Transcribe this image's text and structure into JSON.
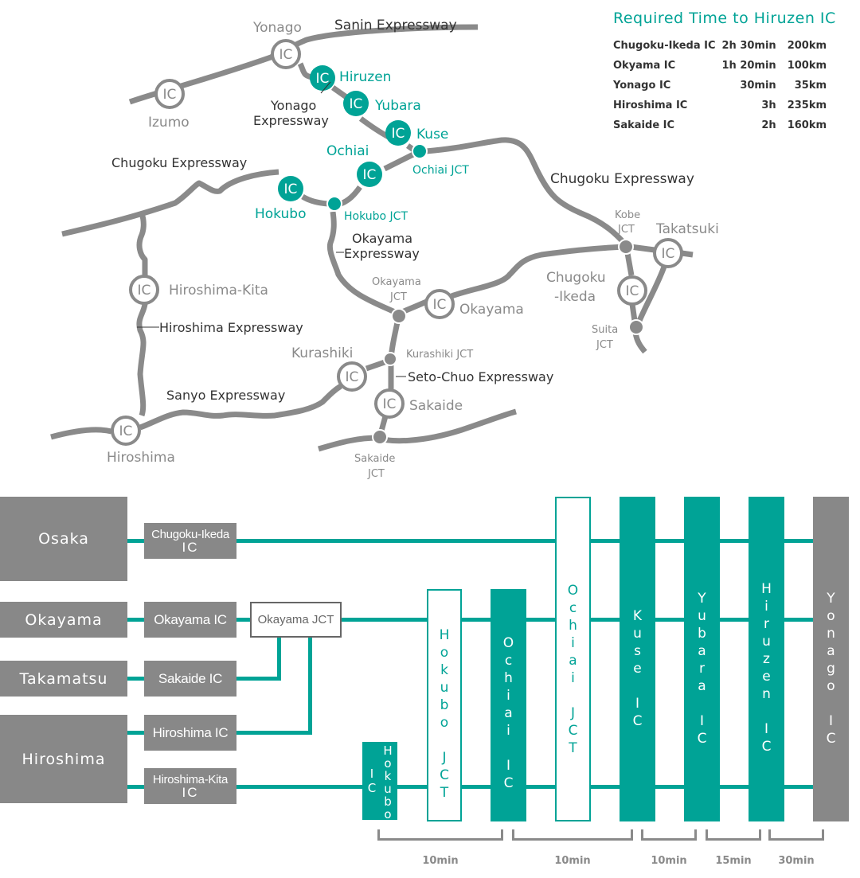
{
  "required_time": {
    "title": "Required Time to Hiruzen IC",
    "rows": [
      {
        "from": "Chugoku-Ikeda IC",
        "time": "2h 30min",
        "distance": "200km"
      },
      {
        "from": "Okyama IC",
        "time": "1h 20min",
        "distance": "100km"
      },
      {
        "from": "Yonago IC",
        "time": "30min",
        "distance": "35km"
      },
      {
        "from": "Hiroshima IC",
        "time": "3h",
        "distance": "235km"
      },
      {
        "from": "Sakaide IC",
        "time": "2h",
        "distance": "160km"
      }
    ]
  },
  "map": {
    "ic_glyph": "IC",
    "expressways": {
      "sanin": "Sanin Expressway",
      "yonago_1": "Yonago",
      "yonago_2": "Expressway",
      "chugoku_west": "Chugoku Expressway",
      "chugoku_east": "Chugoku Expressway",
      "okayama_1": "Okayama",
      "okayama_2": "Expressway",
      "hiroshima": "Hiroshima Expressway",
      "sanyo": "Sanyo Expressway",
      "seto_chuo": "Seto-Chuo Expressway"
    },
    "places": {
      "yonago": "Yonago",
      "izumo": "Izumo",
      "hiruzen": "Hiruzen",
      "yubara": "Yubara",
      "kuse": "Kuse",
      "ochiai": "Ochiai",
      "ochiai_jct": "Ochiai JCT",
      "hokubo": "Hokubo",
      "hokubo_jct": "Hokubo JCT",
      "kobe_jct_1": "Kobe",
      "kobe_jct_2": "JCT",
      "takatsuki": "Takatsuki",
      "chugoku_ikeda_1": "Chugoku",
      "chugoku_ikeda_2": "-Ikeda",
      "suita_jct_1": "Suita",
      "suita_jct_2": "JCT",
      "hiroshima_kita": "Hiroshima-Kita",
      "okayama_jct_1": "Okayama",
      "okayama_jct_2": "JCT",
      "okayama": "Okayama",
      "kurashiki": "Kurashiki",
      "kurashiki_jct": "Kurashiki JCT",
      "sakaide": "Sakaide",
      "sakaide_jct_1": "Sakaide",
      "sakaide_jct_2": "JCT",
      "hiroshima": "Hiroshima"
    }
  },
  "diagram": {
    "cities": {
      "osaka": "Osaka",
      "okayama": "Okayama",
      "takamatsu": "Takamatsu",
      "hiroshima": "Hiroshima"
    },
    "entry_ics": {
      "chugoku_ikeda_1": "Chugoku-Ikeda",
      "chugoku_ikeda_2": "IC",
      "okayama": "Okayama IC",
      "sakaide": "Sakaide IC",
      "hiroshima": "Hiroshima IC",
      "hiroshima_kita_1": "Hiroshima-Kita",
      "hiroshima_kita_2": "IC"
    },
    "okayama_jct": "Okayama JCT",
    "columns": {
      "hokubo_ic_a": "IC",
      "hokubo_ic_b": "Hokubo",
      "hokubo_jct": "Hokubo JCT",
      "ochiai_ic": "Ochiai IC",
      "ochiai_jct": "Ochiai JCT",
      "kuse_ic": "Kuse IC",
      "yubara_ic": "Yubara IC",
      "hiruzen_ic": "Hiruzen IC",
      "yonago_ic": "Yonago IC"
    },
    "segments": [
      "10min",
      "10min",
      "10min",
      "15min",
      "30min"
    ]
  },
  "colors": {
    "teal": "#00a396",
    "gray": "#888888",
    "text_dark": "#333333"
  }
}
